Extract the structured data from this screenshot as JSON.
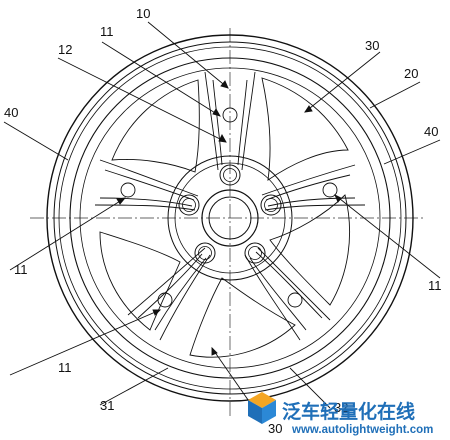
{
  "diagram": {
    "labels": [
      {
        "id": "l10",
        "text": "10"
      },
      {
        "id": "l11_top",
        "text": "11"
      },
      {
        "id": "l12",
        "text": "12"
      },
      {
        "id": "l30_top",
        "text": "30"
      },
      {
        "id": "l20",
        "text": "20"
      },
      {
        "id": "l40_left",
        "text": "40"
      },
      {
        "id": "l40_right",
        "text": "40"
      },
      {
        "id": "l11_left",
        "text": "11"
      },
      {
        "id": "l11_right",
        "text": "11"
      },
      {
        "id": "l11_bottom",
        "text": "11"
      },
      {
        "id": "l31",
        "text": "31"
      },
      {
        "id": "l32",
        "text": "32"
      },
      {
        "id": "l30_bottom",
        "text": "30"
      }
    ]
  },
  "watermark": {
    "chinese": "泛车轻量化在线",
    "url": "www.autolightweight.com",
    "colors": {
      "primary": "#1f6fb8",
      "accent": "#f5a623"
    }
  }
}
